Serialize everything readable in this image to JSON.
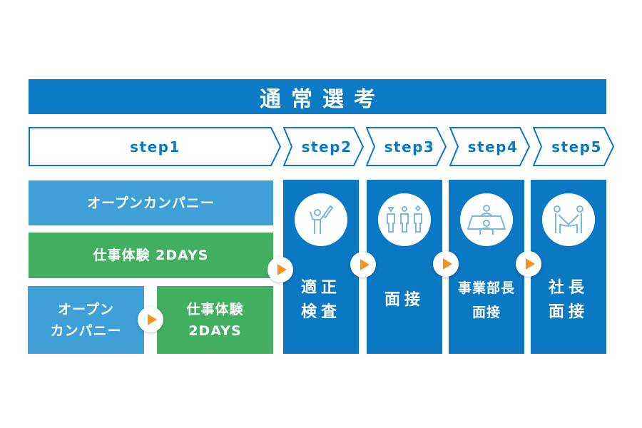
{
  "title": "通常選考",
  "steps": [
    "step1",
    "step2",
    "step3",
    "step4",
    "step5"
  ],
  "step1": {
    "row1": "オープンカンパニー",
    "row2": "仕事体験 2DAYS",
    "row3_left": "オープン\nカンパニー",
    "row3_right": "仕事体験\n2DAYS"
  },
  "columns": [
    {
      "label": "適正\n検査",
      "icon": "person-with-pencil-icon"
    },
    {
      "label": "面接",
      "icon": "three-people-icon"
    },
    {
      "label": "事業部長\n面接",
      "icon": "meeting-table-icon"
    },
    {
      "label": "社長\n面接",
      "icon": "handshake-icon"
    }
  ],
  "colors": {
    "primary": "#0a78c2",
    "light_blue": "#3fa0d8",
    "green": "#42b060",
    "arrow": "#f7941d"
  }
}
